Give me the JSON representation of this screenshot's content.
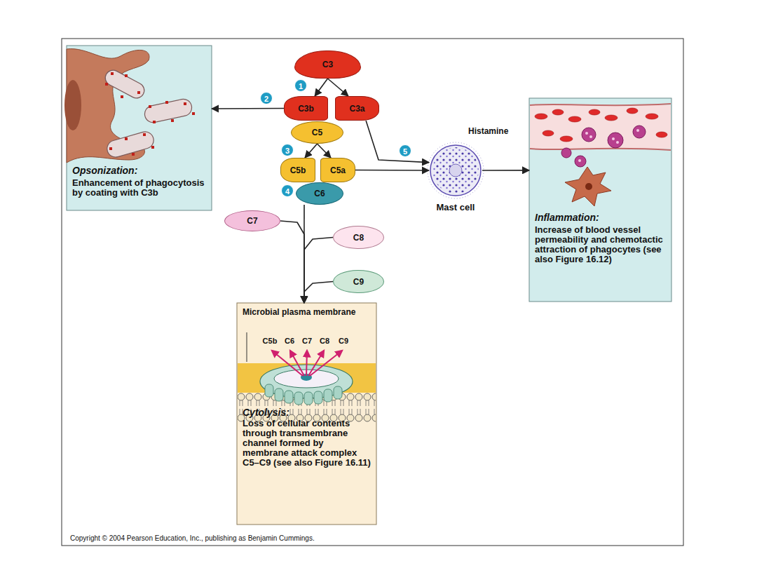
{
  "diagram": {
    "nodes": [
      {
        "text": [
          "Opsonization:",
          "Enhancement of phagocytosis by coating with C3b"
        ]
      },
      {
        "text": [
          "C3"
        ]
      },
      {
        "text": [
          "C3b"
        ]
      },
      {
        "text": [
          "C3a"
        ]
      },
      {
        "text": [
          "C5"
        ]
      },
      {
        "text": [
          "C5b"
        ]
      },
      {
        "text": [
          "C5a"
        ]
      },
      {
        "text": [
          "C6"
        ]
      },
      {
        "text": [
          "C7"
        ]
      },
      {
        "text": [
          "C8"
        ]
      },
      {
        "text": [
          "C9"
        ]
      },
      {
        "text": [
          "Mast cell"
        ]
      },
      {
        "text": [
          "Inflammation:",
          "Increase of blood vessel permeability and chemotactic attraction of phagocytes (see also Figure 16.12)"
        ]
      },
      {
        "text": [
          "Microbial plasma membrane",
          "Cytolysis:",
          "Loss of cellular contents through transmembrane channel formed by membrane attack complex C5–C9 (see also Figure 16.11)"
        ]
      }
    ],
    "edges": [
      {
        "from": 1,
        "to": 2,
        "arrow": "to"
      },
      {
        "from": 1,
        "to": 3,
        "arrow": "to"
      },
      {
        "from": 2,
        "to": 0,
        "arrow": "to"
      },
      {
        "from": 4,
        "to": 5,
        "arrow": "to"
      },
      {
        "from": 4,
        "to": 6,
        "arrow": "to"
      },
      {
        "from": 3,
        "to": 11,
        "arrow": "to"
      },
      {
        "from": 6,
        "to": 11,
        "arrow": "to"
      },
      {
        "from": 11,
        "to": 12,
        "arrow": "to"
      },
      {
        "from": 7,
        "to": 13,
        "arrow": "to"
      },
      {
        "from": 8,
        "to": 13,
        "arrow": "to"
      },
      {
        "from": 9,
        "to": 13,
        "arrow": "to"
      },
      {
        "from": 10,
        "to": 13,
        "arrow": "to"
      }
    ],
    "labels": [
      "1",
      "2",
      "3",
      "4",
      "5",
      "Histamine",
      "C5b",
      "C6",
      "C7",
      "C8",
      "C9",
      "Copyright © 2004 Pearson Education, Inc., publishing as Benjamin Cummings."
    ]
  }
}
